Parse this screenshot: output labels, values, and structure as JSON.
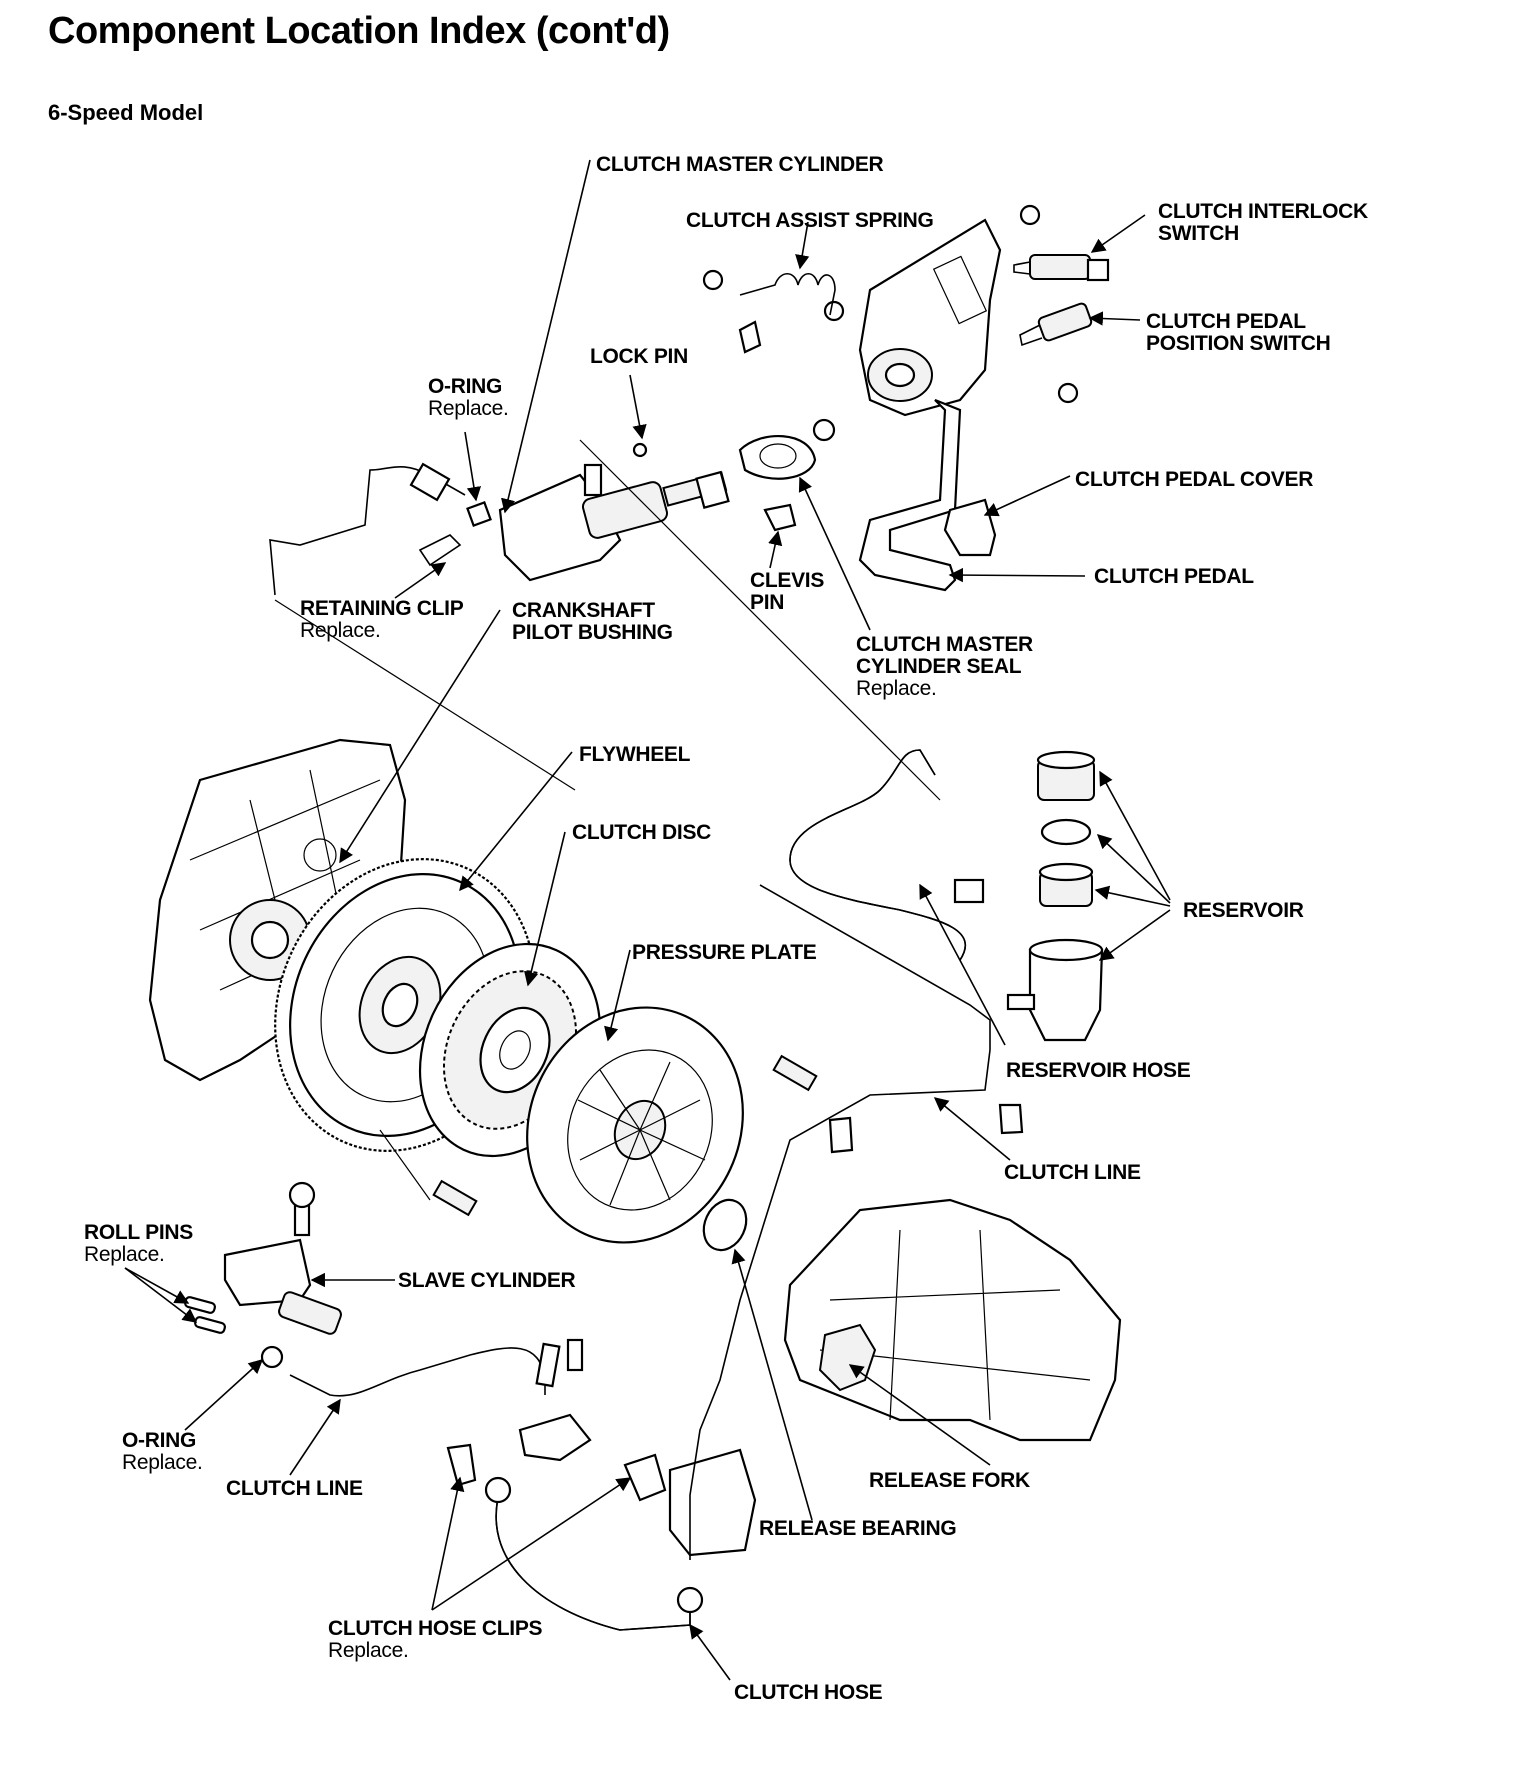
{
  "header": {
    "title": "Component Location Index (cont'd)",
    "subtitle": "6-Speed Model"
  },
  "labels": {
    "clutch_master_cylinder": "CLUTCH MASTER CYLINDER",
    "clutch_assist_spring": "CLUTCH ASSIST SPRING",
    "clutch_interlock_switch": [
      "CLUTCH INTERLOCK",
      "SWITCH"
    ],
    "clutch_pedal_position_switch": [
      "CLUTCH PEDAL",
      "POSITION SWITCH"
    ],
    "lock_pin": "LOCK PIN",
    "o_ring_top": {
      "name": "O-RING",
      "note": "Replace."
    },
    "clutch_pedal_cover": "CLUTCH PEDAL COVER",
    "clutch_pedal": "CLUTCH PEDAL",
    "clevis_pin": [
      "CLEVIS",
      "PIN"
    ],
    "retaining_clip": {
      "name": "RETAINING CLIP",
      "note": "Replace."
    },
    "crankshaft_pilot_bushing": [
      "CRANKSHAFT",
      "PILOT BUSHING"
    ],
    "clutch_master_cylinder_seal": {
      "name": [
        "CLUTCH MASTER",
        "CYLINDER SEAL"
      ],
      "note": "Replace."
    },
    "flywheel": "FLYWHEEL",
    "clutch_disc": "CLUTCH DISC",
    "reservoir": "RESERVOIR",
    "pressure_plate": "PRESSURE PLATE",
    "reservoir_hose": "RESERVOIR HOSE",
    "clutch_line_right": "CLUTCH LINE",
    "roll_pins": {
      "name": "ROLL PINS",
      "note": "Replace."
    },
    "slave_cylinder": "SLAVE CYLINDER",
    "o_ring_bottom": {
      "name": "O-RING",
      "note": "Replace."
    },
    "clutch_line_left": "CLUTCH LINE",
    "release_fork": "RELEASE FORK",
    "release_bearing": "RELEASE BEARING",
    "clutch_hose_clips": {
      "name": "CLUTCH HOSE CLIPS",
      "note": "Replace."
    },
    "clutch_hose": "CLUTCH HOSE"
  }
}
